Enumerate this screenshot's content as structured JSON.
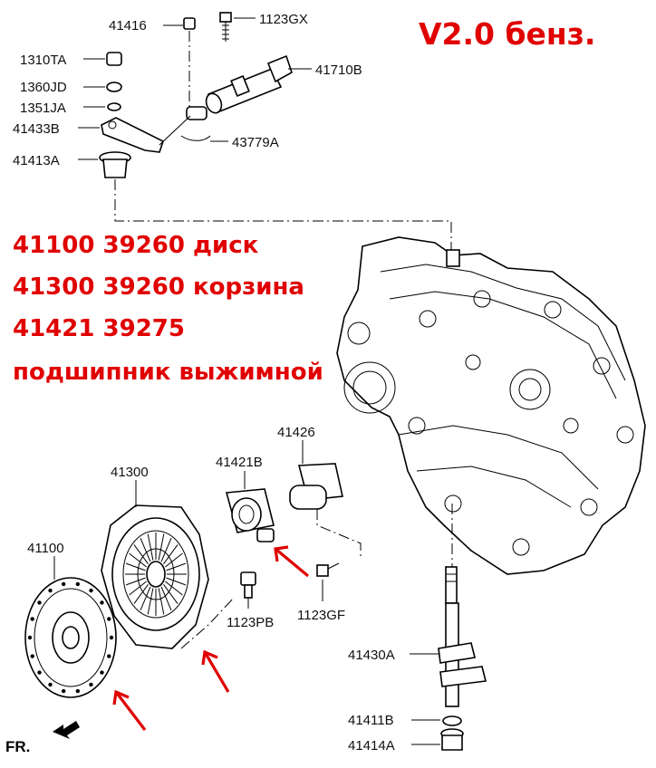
{
  "title": "V2.0 бенз.",
  "notes": [
    "41100 39260  диск",
    "41300 39260  корзина",
    "41421 39275",
    "подшипник выжимной"
  ],
  "callouts": {
    "c41416": "41416",
    "c1123GX": "1123GX",
    "c1310TA": "1310TA",
    "c1360JD": "1360JD",
    "c1351JA": "1351JA",
    "c41433B": "41433B",
    "c41413A": "41413A",
    "c41710B": "41710B",
    "c43779A": "43779A",
    "c41426": "41426",
    "c41421B": "41421B",
    "c41300": "41300",
    "c41100": "41100",
    "c1123PB": "1123PB",
    "c1123GF": "1123GF",
    "c41430A": "41430A",
    "c41411B": "41411B",
    "c41414A": "41414A"
  },
  "direction_label": "FR.",
  "colors": {
    "annotation": "#e00000",
    "line": "#000000",
    "background": "#ffffff"
  },
  "icons": {
    "direction": "left-arrow-icon",
    "highlight": "red-arrow-icon"
  }
}
